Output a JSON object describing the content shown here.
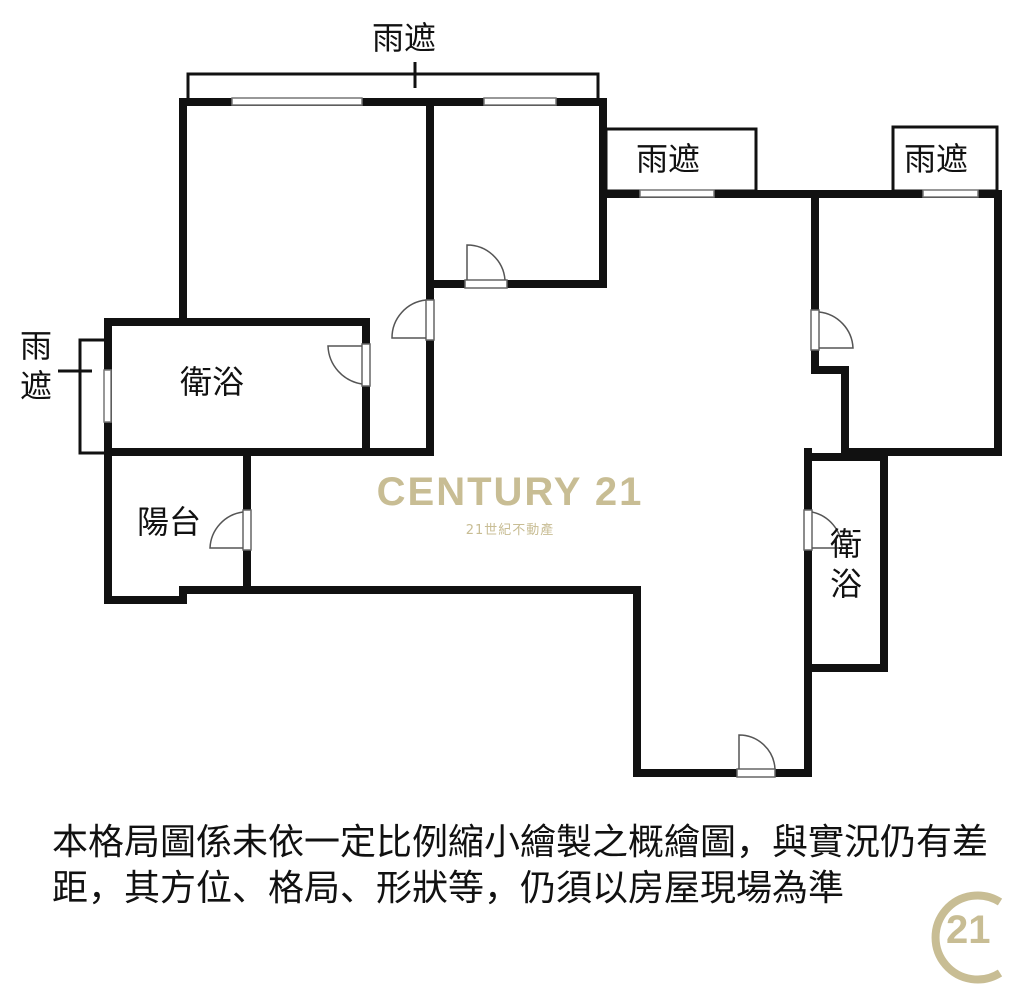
{
  "floorplan": {
    "labels": {
      "awning_top": "雨遮",
      "awning_mid": "雨遮",
      "awning_right": "雨遮",
      "awning_left": "雨遮",
      "bathroom_left": "衛浴",
      "balcony": "陽台",
      "bathroom_right": "衛浴"
    },
    "watermark": {
      "brand": "CENTURY 21",
      "sub": "21世紀不動產",
      "color": "#c8bd94"
    }
  },
  "disclaimer": {
    "text": "本格局圖係未依一定比例縮小繪製之概繪圖，與實況仍有差距，其方位、格局、形狀等，仍須以房屋現場為準"
  },
  "logo": {
    "number": "21",
    "color": "#c8bd94"
  }
}
